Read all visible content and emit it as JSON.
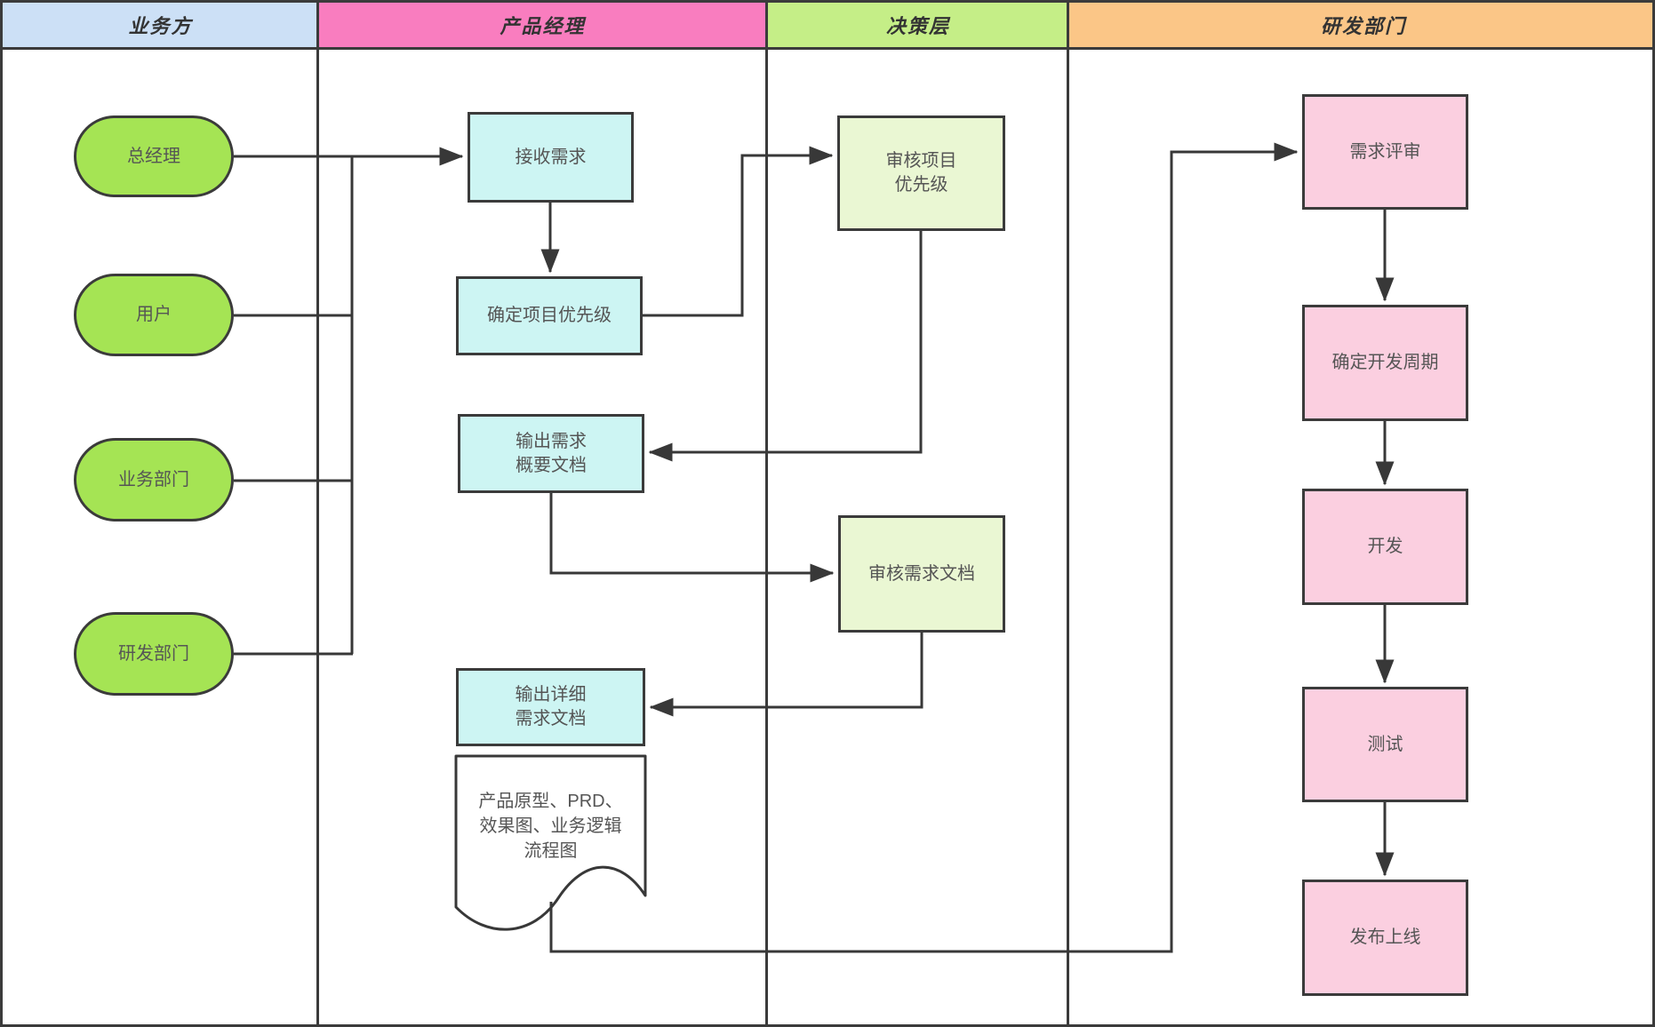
{
  "header": {
    "lanes": [
      {
        "label": "业务方"
      },
      {
        "label": "产品经理"
      },
      {
        "label": "决策层"
      },
      {
        "label": "研发部门"
      }
    ]
  },
  "nodes": {
    "general-manager": "总经理",
    "user": "用户",
    "business-dept": "业务部门",
    "rd-dept": "研发部门",
    "receive-requirements": "接收需求",
    "set-project-priority": "确定项目优先级",
    "output-requirement-summary": "输出需求\n概要文档",
    "output-detailed-requirement": "输出详细\n需求文档",
    "deliverables-doc": "产品原型、PRD、\n效果图、业务逻辑\n流程图",
    "review-project-priority": "审核项目\n优先级",
    "review-requirement-doc": "审核需求文档",
    "requirement-review": "需求评审",
    "set-dev-cycle": "确定开发周期",
    "develop": "开发",
    "test": "测试",
    "release": "发布上线"
  },
  "colors": {
    "lane1_bg": "#cce0f6",
    "lane2_bg": "#f97dbf",
    "lane3_bg": "#c5ee87",
    "lane4_bg": "#fbc687",
    "stadium_fill": "#a5e454",
    "process_fill": "#cdf5f3",
    "review_fill": "#eaf7d3",
    "dev_fill": "#fbcfe0",
    "line_color": "#383838",
    "border_color": "#3b3b3b",
    "node_text": "#555555",
    "header_text": "#333333",
    "canvas_bg": "#ffffff"
  }
}
